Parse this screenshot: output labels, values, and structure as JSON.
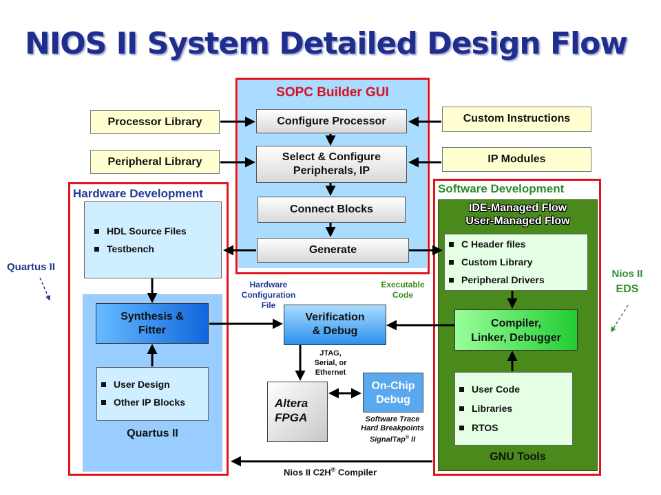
{
  "title": "NIOS II System Detailed Design Flow",
  "sopc": {
    "heading": "SOPC Builder GUI",
    "configure_processor": "Configure Processor",
    "select_configure_1": "Select & Configure",
    "select_configure_2": "Peripherals, IP",
    "connect_blocks": "Connect Blocks",
    "generate": "Generate"
  },
  "libs": {
    "processor_library": "Processor Library",
    "peripheral_library": "Peripheral Library",
    "custom_instructions": "Custom Instructions",
    "ip_modules": "IP Modules"
  },
  "hardware": {
    "heading": "Hardware Development",
    "hdl_items": [
      "HDL Source Files",
      "Testbench"
    ],
    "synthesis_1": "Synthesis &",
    "synthesis_2": "Fitter",
    "user_items": [
      "User Design",
      "Other IP Blocks"
    ],
    "quartus_footer": "Quartus II"
  },
  "software": {
    "heading": "Software Development",
    "flow_1": "IDE-Managed Flow",
    "flow_2": "User-Managed Flow",
    "header_items": [
      "C Header files",
      "Custom Library",
      "Peripheral Drivers"
    ],
    "compiler_1": "Compiler,",
    "compiler_2": "Linker, Debugger",
    "user_items": [
      "User Code",
      "Libraries",
      "RTOS"
    ],
    "gnu_footer": "GNU Tools"
  },
  "middle": {
    "hw_config_1": "Hardware",
    "hw_config_2": "Configuration",
    "hw_config_3": "File",
    "exec_1": "Executable",
    "exec_2": "Code",
    "verification_1": "Verification",
    "verification_2": "& Debug",
    "jtag_1": "JTAG,",
    "jtag_2": "Serial, or",
    "jtag_3": "Ethernet",
    "fpga_1": "Altera",
    "fpga_2": "FPGA",
    "onchip_1": "On-Chip",
    "onchip_2": "Debug",
    "trace_1": "Software Trace",
    "trace_2": "Hard Breakpoints",
    "trace_3": "SignalTap",
    "trace_3_sup": "®",
    "trace_3_end": " II",
    "c2h": "Nios II C2H",
    "c2h_sup": "®",
    "c2h_end": " Compiler"
  },
  "side": {
    "quartus": "Quartus II",
    "nios_1": "Nios II",
    "nios_2": "EDS"
  },
  "colors": {
    "title": "#1f2d8f",
    "red_border": "#e0141e",
    "sopc_bg": "#a9dcff",
    "hw_blue": "#99ccff",
    "sw_green": "#4a8a1c",
    "compiler_green": "#33dd44",
    "synth_blue": "#3388ee",
    "verify_blue": "#3399ee",
    "onchip_blue": "#5aa8ee",
    "heading_blue": "#1f3a93",
    "side_blue": "#1e3a8a",
    "side_green": "#2f8f2f"
  }
}
